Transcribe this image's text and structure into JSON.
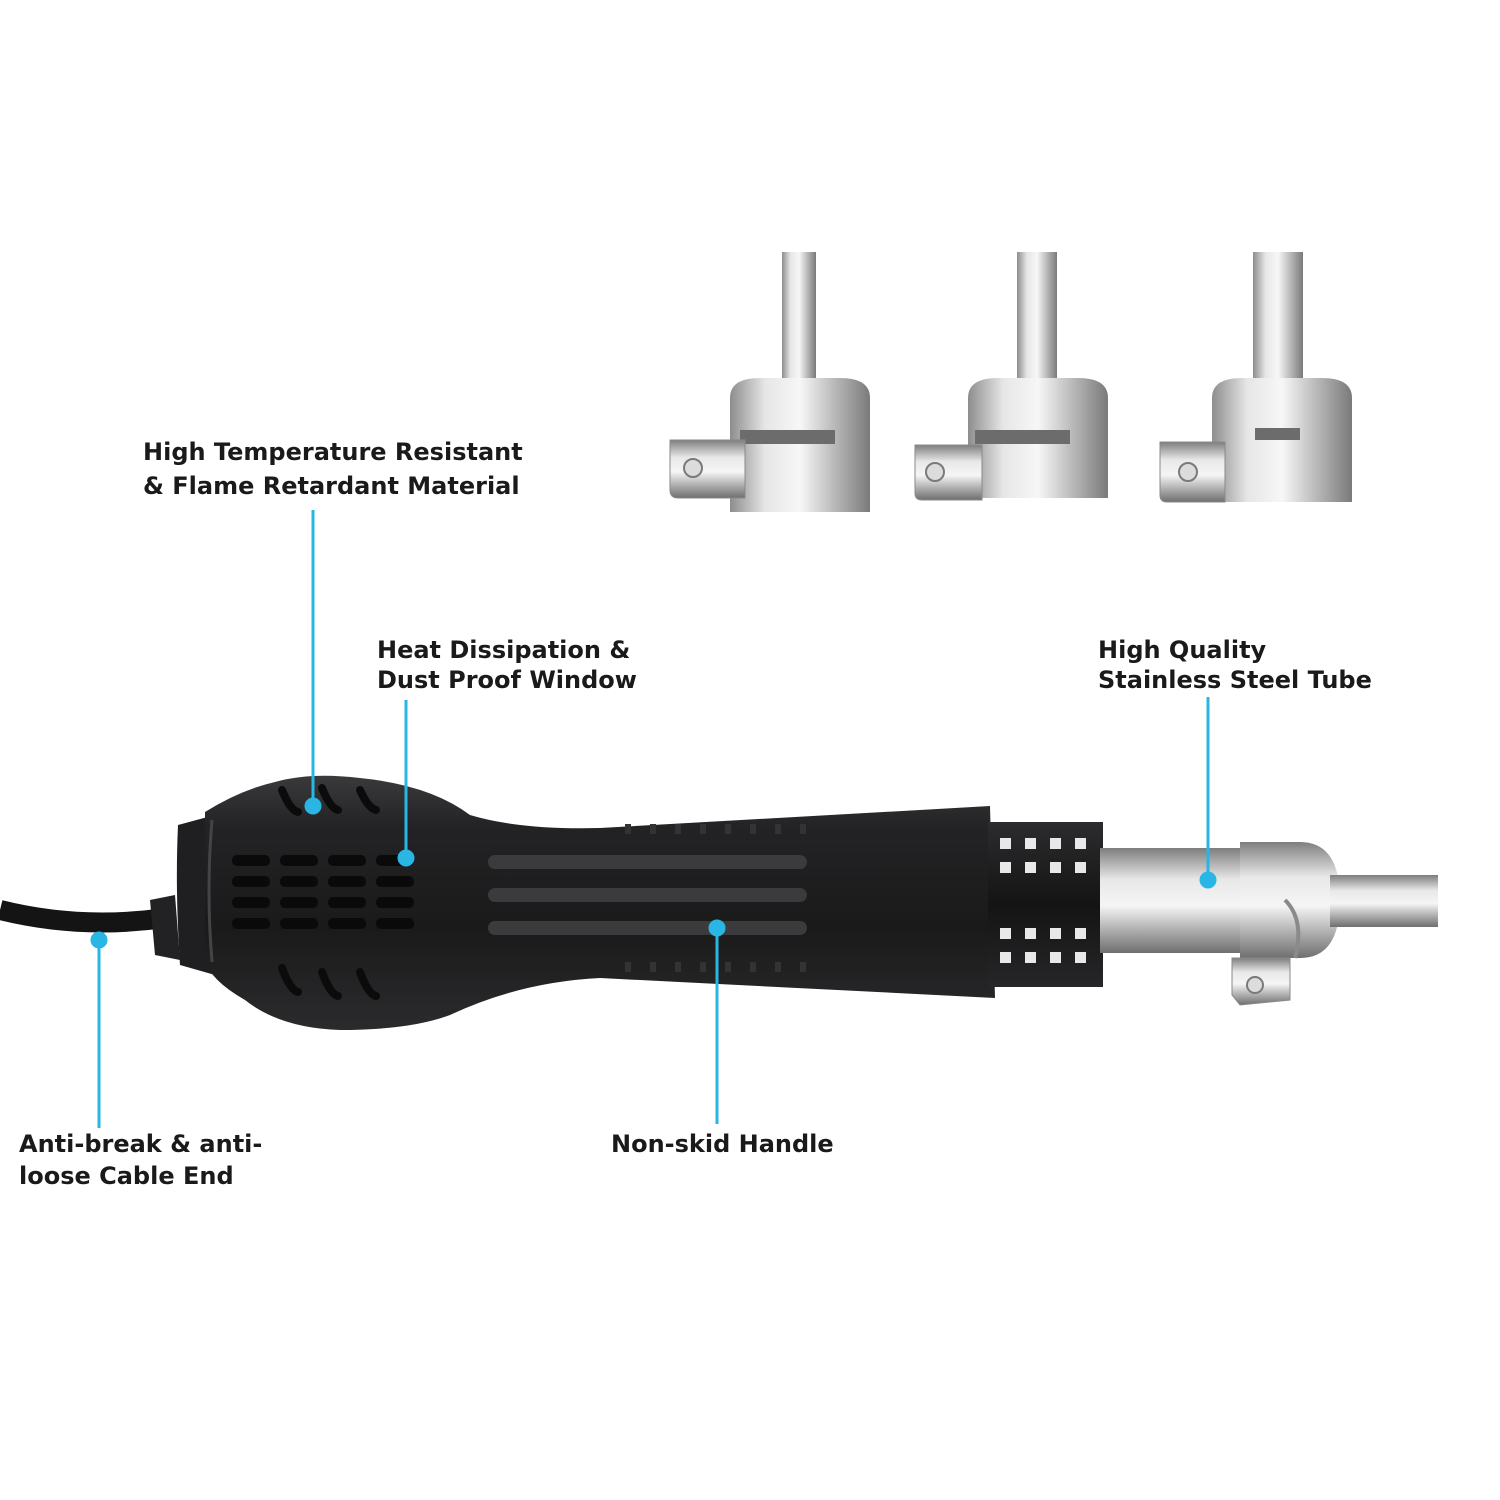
{
  "callouts": {
    "material": {
      "line1": "High Temperature Resistant",
      "line2": "& Flame Retardant Material"
    },
    "window": {
      "line1": "Heat Dissipation &",
      "line2": "Dust Proof Window"
    },
    "tube": {
      "line1": "High Quality",
      "line2": "Stainless Steel Tube"
    },
    "cable": {
      "line1": "Anti-break & anti-",
      "line2": "loose Cable End"
    },
    "handle": {
      "line1": "Non-skid Handle"
    }
  },
  "colors": {
    "accent": "#29b6e4",
    "body": "#1b1b1c",
    "steel": "#c9c9c9",
    "text": "#1a1a1a"
  },
  "nozzle_count": 3
}
